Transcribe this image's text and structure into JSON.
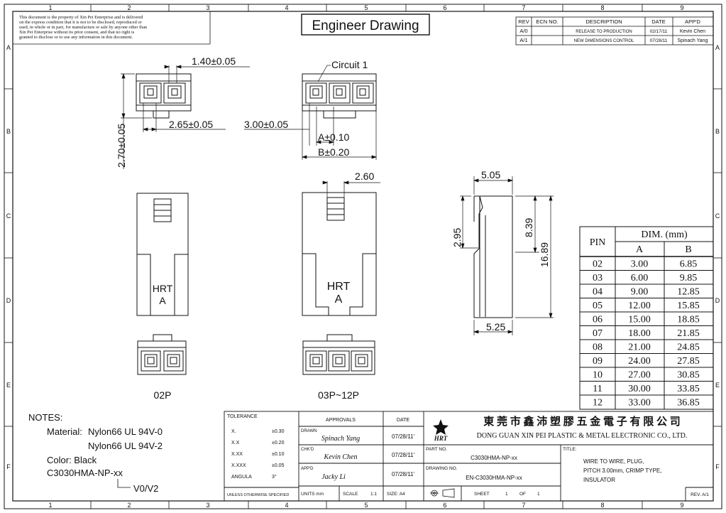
{
  "doc": {
    "title": "Engineer Drawing",
    "notice": [
      "This document is the property of Xin Pei Enterprise and is delivered",
      "on the express condition that it is not to be disclosed, reproduced or",
      "used, in whole or in part, for manufacture or sale by anyone other than",
      "Xin Pei Enterprise without its prior consent, and that no right is",
      "granted to disclose or to use any information in this document."
    ],
    "col_labels": [
      "1",
      "2",
      "3",
      "4",
      "5",
      "6",
      "7",
      "8",
      "9"
    ],
    "row_labels": [
      "A",
      "B",
      "C",
      "D",
      "E",
      "F"
    ]
  },
  "revision": {
    "headers": [
      "REV",
      "ECN NO.",
      "DESCRIPTION",
      "DATE",
      "APP'D"
    ],
    "rows": [
      {
        "rev": "A/0",
        "ecn": "",
        "desc": "RELEASE TO PRODUCTION",
        "date": "02/17/11",
        "app": "Kevin Chen"
      },
      {
        "rev": "A/1",
        "ecn": "",
        "desc": "NEW DIMENSIONS CONTROL",
        "date": "07/28/11",
        "app": "Spinach Yang"
      }
    ]
  },
  "dims": {
    "pitch_tol": "1.40±0.05",
    "height": "2.70±0.05",
    "width_2p": "2.65±0.05",
    "pitch": "3.00±0.05",
    "circuit": "Circuit 1",
    "dim_a": "A±0.10",
    "dim_b": "B±0.20",
    "d260": "2.60",
    "d505": "5.05",
    "d295": "2.95",
    "d839": "8.39",
    "d1689": "16.89",
    "d525": "5.25",
    "hrt": "HRT",
    "a": "A",
    "label_2p": "02P",
    "label_3p": "03P~12P"
  },
  "pin_table": {
    "pin_header": "PIN",
    "dim_header": "DIM. (mm)",
    "col_a": "A",
    "col_b": "B",
    "rows": [
      [
        "02",
        "3.00",
        "6.85"
      ],
      [
        "03",
        "6.00",
        "9.85"
      ],
      [
        "04",
        "9.00",
        "12.85"
      ],
      [
        "05",
        "12.00",
        "15.85"
      ],
      [
        "06",
        "15.00",
        "18.85"
      ],
      [
        "07",
        "18.00",
        "21.85"
      ],
      [
        "08",
        "21.00",
        "24.85"
      ],
      [
        "09",
        "24.00",
        "27.85"
      ],
      [
        "10",
        "27.00",
        "30.85"
      ],
      [
        "11",
        "30.00",
        "33.85"
      ],
      [
        "12",
        "33.00",
        "36.85"
      ]
    ]
  },
  "notes": {
    "title": "NOTES:",
    "material_label": "Material:",
    "material_1": "Nylon66 UL 94V-0",
    "material_2": "Nylon66 UL 94V-2",
    "color": "Color: Black",
    "part": "C3030HMA-NP-xx",
    "variant": "V0/V2"
  },
  "tolerance": {
    "title": "TOLERANCE",
    "rows": [
      [
        "X.",
        "±0.30"
      ],
      [
        "X.X",
        "±0.20"
      ],
      [
        "X.XX",
        "±0.10"
      ],
      [
        "X.XXX",
        "±0.05"
      ],
      [
        "ANGULA",
        "3°"
      ]
    ],
    "footer": "UNLESS OTHERWISE SPECIFIED"
  },
  "approvals": {
    "header": "APPROVALS",
    "date_header": "DATE",
    "drawn_label": "DRAWN",
    "drawn_name": "Spinach Yang",
    "drawn_date": "07/28/11'",
    "chkd_label": "CHK'D",
    "chkd_name": "Kevin Chen",
    "chkd_date": "07/28/11'",
    "appd_label": "APP'D",
    "appd_name": "Jacky Li",
    "appd_date": "07/28/11'",
    "units": "UNITS  mm",
    "scale_label": "SCALE",
    "scale": "1:1",
    "size": "SIZE:  A4"
  },
  "company": {
    "logo": "HRT",
    "name_cn": "東 莞 市 鑫 沛 塑 膠 五 金 電 子 有 限 公 司",
    "name_en": "DONG GUAN XIN PEI PLASTIC & METAL ELECTRONIC CO., LTD."
  },
  "title_block": {
    "part_no_label": "PART NO.",
    "part_no": "C3030HMA-NP-xx",
    "drawing_no_label": "DRAWING NO.",
    "drawing_no": "EN-C3030HMA-NP-xx",
    "sheet_label": "SHEET",
    "sheet": "1",
    "of_label": "OF",
    "of": "1",
    "title_label": "TITLE:",
    "title_1": "WIRE TO WIRE, PLUG,",
    "title_2": "PITCH 3.00mm, CRIMP TYPE,",
    "title_3": "INSULATOR",
    "rev": "REV. A/1"
  }
}
